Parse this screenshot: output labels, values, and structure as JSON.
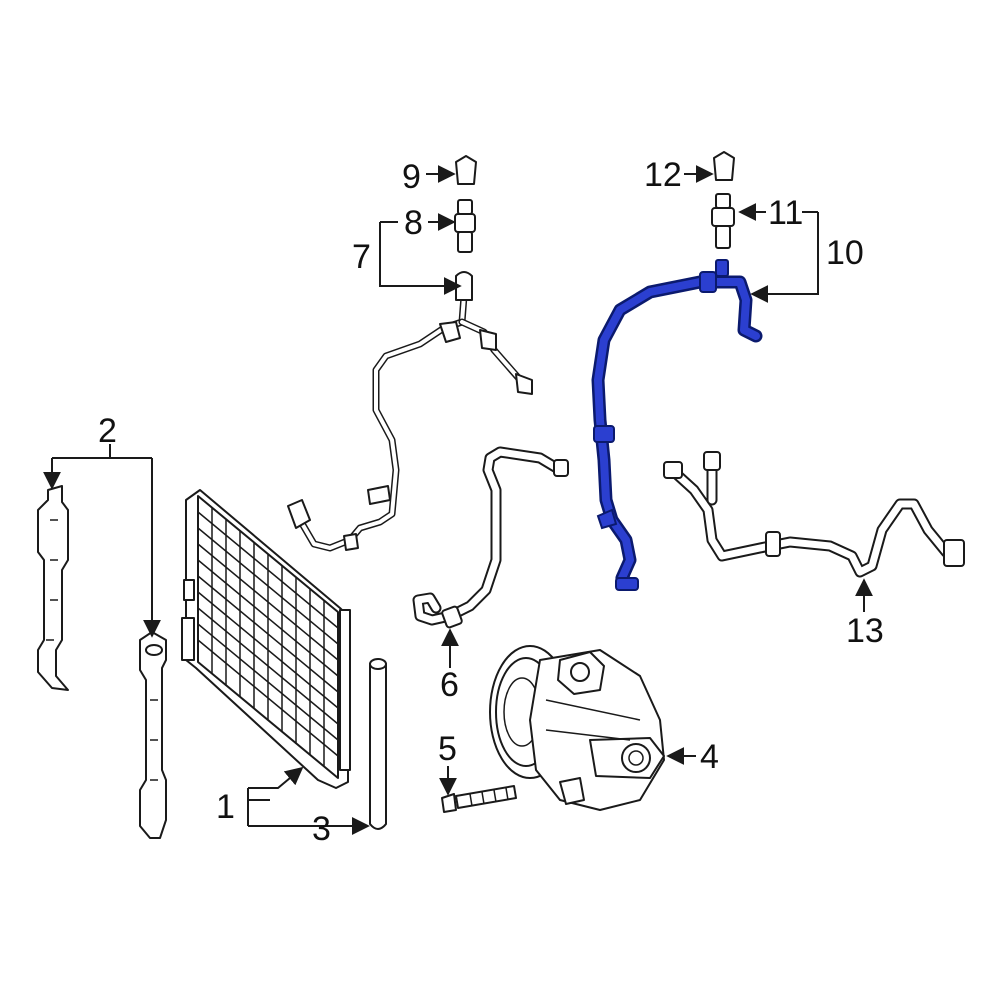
{
  "diagram": {
    "highlight_color": "#2b3fd0",
    "line_color": "#1a1a1a",
    "callouts": {
      "c1": "1",
      "c2": "2",
      "c3": "3",
      "c4": "4",
      "c5": "5",
      "c6": "6",
      "c7": "7",
      "c8": "8",
      "c9": "9",
      "c10": "10",
      "c11": "11",
      "c12": "12",
      "c13": "13"
    }
  }
}
